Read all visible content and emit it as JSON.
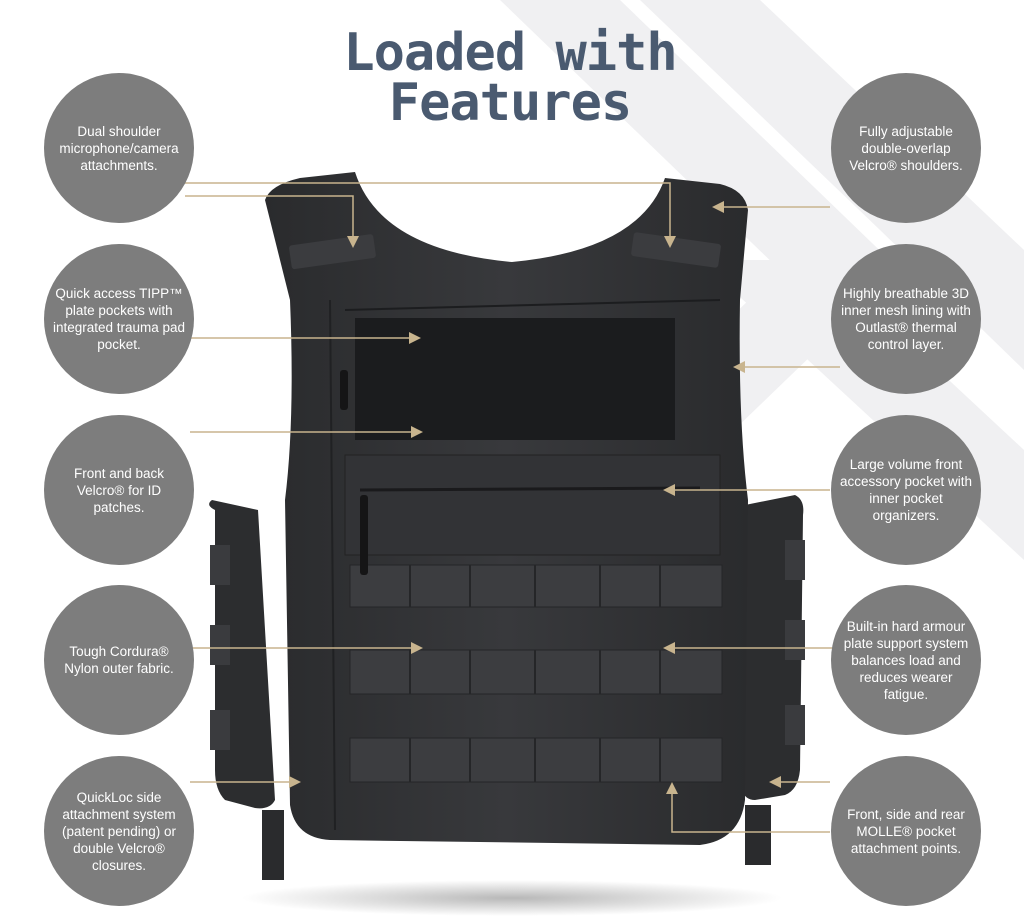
{
  "title": {
    "line1": "Loaded with",
    "line2": "Features"
  },
  "colors": {
    "circle": "#7d7d7d",
    "title": "#4a5a70",
    "leader": "#c8b48e",
    "vest": "#2f3032"
  },
  "features": {
    "left": [
      {
        "name": "shoulder-attachments",
        "text": "Dual shoulder microphone/camera attachments."
      },
      {
        "name": "tipp-plate-pockets",
        "text": "Quick access TIPP™ plate pockets with integrated trauma pad pocket."
      },
      {
        "name": "velcro-id-patches",
        "text": "Front and back Velcro® for ID patches."
      },
      {
        "name": "cordura-nylon",
        "text": "Tough Cordura® Nylon outer fabric."
      },
      {
        "name": "quickloc-side",
        "text": "QuickLoc side attachment system (patent pending) or double Velcro® closures."
      }
    ],
    "right": [
      {
        "name": "adjustable-shoulders",
        "text": "Fully adjustable double-overlap Velcro® shoulders."
      },
      {
        "name": "inner-mesh-lining",
        "text": "Highly breathable 3D inner mesh lining with Outlast® thermal control layer."
      },
      {
        "name": "accessory-pocket",
        "text": "Large volume front accessory pocket with inner pocket organizers."
      },
      {
        "name": "plate-support",
        "text": "Built-in hard armour plate support system balances load and reduces wearer fatigue."
      },
      {
        "name": "molle-attachment",
        "text": "Front, side and rear MOLLE® pocket attachment points."
      }
    ]
  }
}
